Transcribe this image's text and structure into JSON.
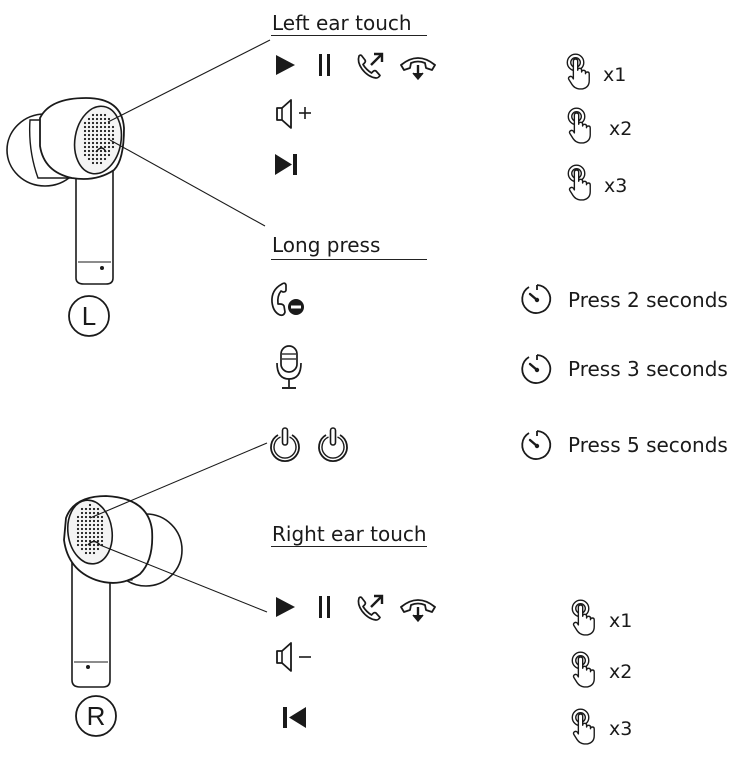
{
  "colors": {
    "ink": "#1a1a1a",
    "background": "#ffffff"
  },
  "left": {
    "heading": "Left ear touch",
    "earbud_badge": "L",
    "rows": [
      {
        "icons": [
          "play-icon",
          "pause-icon",
          "answer-call-icon",
          "hang-up-icon"
        ],
        "gesture_icon": "tap-hand-icon",
        "count": "x1"
      },
      {
        "icons": [
          "volume-up-icon"
        ],
        "gesture_icon": "tap-hand-icon",
        "count": "x2"
      },
      {
        "icons": [
          "next-track-icon"
        ],
        "gesture_icon": "tap-hand-icon",
        "count": "x3"
      }
    ]
  },
  "long_press": {
    "heading": "Long press",
    "rows": [
      {
        "icons": [
          "reject-call-icon"
        ],
        "timer_icon": "stopwatch-icon",
        "label": "Press 2 seconds"
      },
      {
        "icons": [
          "microphone-icon"
        ],
        "timer_icon": "stopwatch-icon",
        "label": "Press 3 seconds"
      },
      {
        "icons": [
          "power-on-icon",
          "power-off-icon"
        ],
        "timer_icon": "stopwatch-icon",
        "label": "Press 5 seconds"
      }
    ]
  },
  "right": {
    "heading": "Right ear touch",
    "earbud_badge": "R",
    "rows": [
      {
        "icons": [
          "play-icon",
          "pause-icon",
          "answer-call-icon",
          "hang-up-icon"
        ],
        "gesture_icon": "tap-hand-icon",
        "count": "x1"
      },
      {
        "icons": [
          "volume-down-icon"
        ],
        "gesture_icon": "tap-hand-icon",
        "count": "x2"
      },
      {
        "icons": [
          "previous-track-icon"
        ],
        "gesture_icon": "tap-hand-icon",
        "count": "x3"
      }
    ]
  }
}
